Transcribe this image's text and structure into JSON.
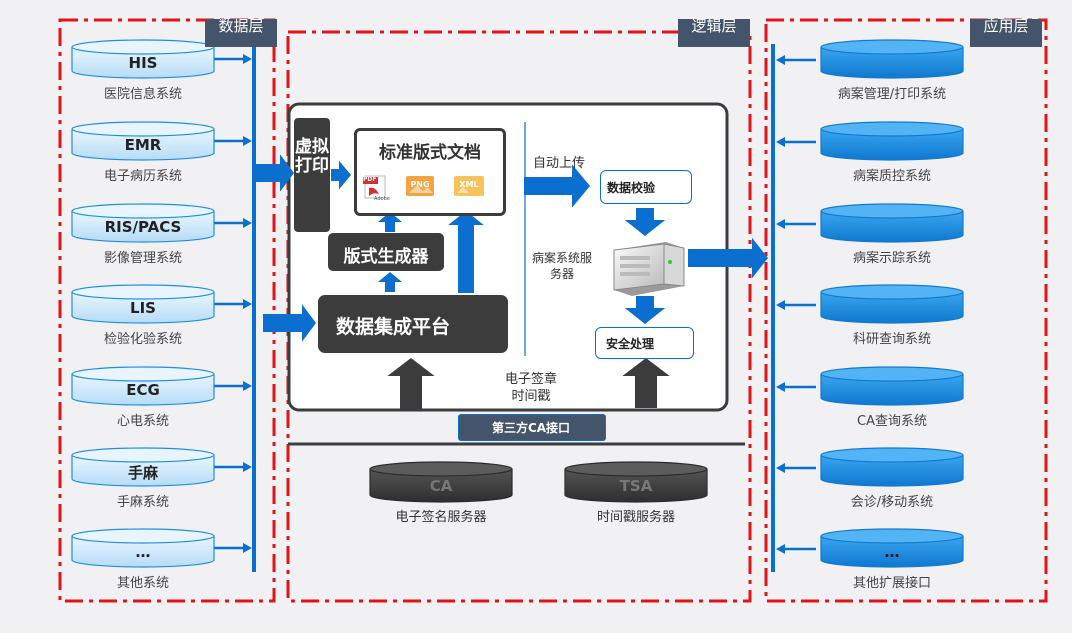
{
  "layers": {
    "data_tag": "数据层",
    "logic_tag": "逻辑层",
    "app_tag": "应用层"
  },
  "data_systems": [
    {
      "name": "HIS",
      "caption": "医院信息系统"
    },
    {
      "name": "EMR",
      "caption": "电子病历系统"
    },
    {
      "name": "RIS/PACS",
      "caption": "影像管理系统"
    },
    {
      "name": "LIS",
      "caption": "检验化验系统"
    },
    {
      "name": "ECG",
      "caption": "心电系统"
    },
    {
      "name": "手麻",
      "caption": "手麻系统"
    },
    {
      "name": "…",
      "caption": "其他系统"
    }
  ],
  "app_systems": [
    {
      "name": "",
      "caption": "病案管理/打印系统"
    },
    {
      "name": "",
      "caption": "病案质控系统"
    },
    {
      "name": "",
      "caption": "病案示踪系统"
    },
    {
      "name": "",
      "caption": "科研查询系统"
    },
    {
      "name": "",
      "caption": "CA查询系统"
    },
    {
      "name": "",
      "caption": "会诊/移动系统"
    },
    {
      "name": "…",
      "caption": "其他扩展接口"
    }
  ],
  "logic": {
    "virtual_print": "虚拟打印",
    "std_doc_title": "标准版式文档",
    "file_icons": [
      "PDF",
      "PNG",
      "XML"
    ],
    "pdf_sub": "Adobe",
    "format_generator": "版式生成器",
    "integration_platform": "数据集成平台",
    "auto_upload": "自动上传",
    "data_check": "数据校验",
    "server_label": "病案系统服务器",
    "security": "安全处理",
    "esign": "电子签章",
    "timestamp": "时间戳",
    "ca_interface": "第三方CA接口",
    "ca_db": "CA",
    "ca_caption": "电子签名服务器",
    "tsa_db": "TSA",
    "tsa_caption": "时间戳服务器"
  },
  "colors": {
    "dash_red": "#e3131b",
    "blue": "#0b6fd0",
    "cyl_light": "#cfe9fb",
    "cyl_blue": "#1e8fe0",
    "dark_box": "#3c3c3c",
    "tag_bg": "#44546a"
  }
}
